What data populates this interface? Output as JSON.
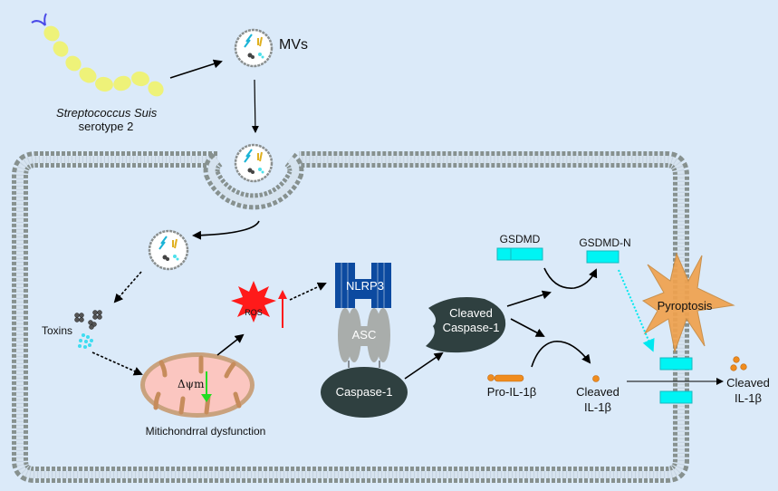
{
  "diagram": {
    "title": "Streptococcus suis serotype 2 MVs induce pyroptosis via mitochondrial dysfunction and NLRP3 inflammasome",
    "colors": {
      "background": "#dbeaf9",
      "membrane": "#87918f",
      "bacterium": "#eef279",
      "flagella": "#4a4ae8",
      "ros": "#ff1a1a",
      "nlrp3": "#0c4aa0",
      "asc": "#a9adab",
      "caspase": "#2f4040",
      "gsdmd": "#00f4f4",
      "il1b": "#f08c1e",
      "pyroptosis": "#f0a24e",
      "mito_outer": "#c9a27e",
      "mito_inner": "#fbc6c0",
      "dpsi_arrow": "#22dd22"
    },
    "labels": {
      "bacterium_name": "Streptococcus Suis",
      "bacterium_serotype": "serotype 2",
      "mvs": "MVs",
      "toxins": "Toxins",
      "ros": "ROS",
      "delta_psi": "Δψm",
      "mito": "Mitichondrral dysfunction",
      "nlrp3": "NLRP3",
      "asc": "ASC",
      "caspase1": "Caspase-1",
      "cleaved_caspase_line1": "Cleaved",
      "cleaved_caspase_line2": "Caspase-1",
      "gsdmd": "GSDMD",
      "gsdmd_n": "GSDMD-N",
      "pro_il1b": "Pro-IL-1β",
      "cleaved_il1b_line1": "Cleaved",
      "cleaved_il1b_line2": "IL-1β",
      "released_il1b_line1": "Cleaved",
      "released_il1b_line2": "IL-1β",
      "pyroptosis": "Pyroptosis"
    },
    "icons": {
      "bacterium": "streptococcus-chain-icon",
      "vesicle": "membrane-vesicle-icon",
      "toxin_cluster": "toxin-particles-icon",
      "mitochondrion": "mitochondrion-icon",
      "ros_burst": "ros-starburst-icon",
      "up_arrow": "increase-arrow-icon",
      "down_arrow": "decrease-arrow-icon",
      "pyroptosis_burst": "pyroptosis-starburst-icon"
    }
  }
}
